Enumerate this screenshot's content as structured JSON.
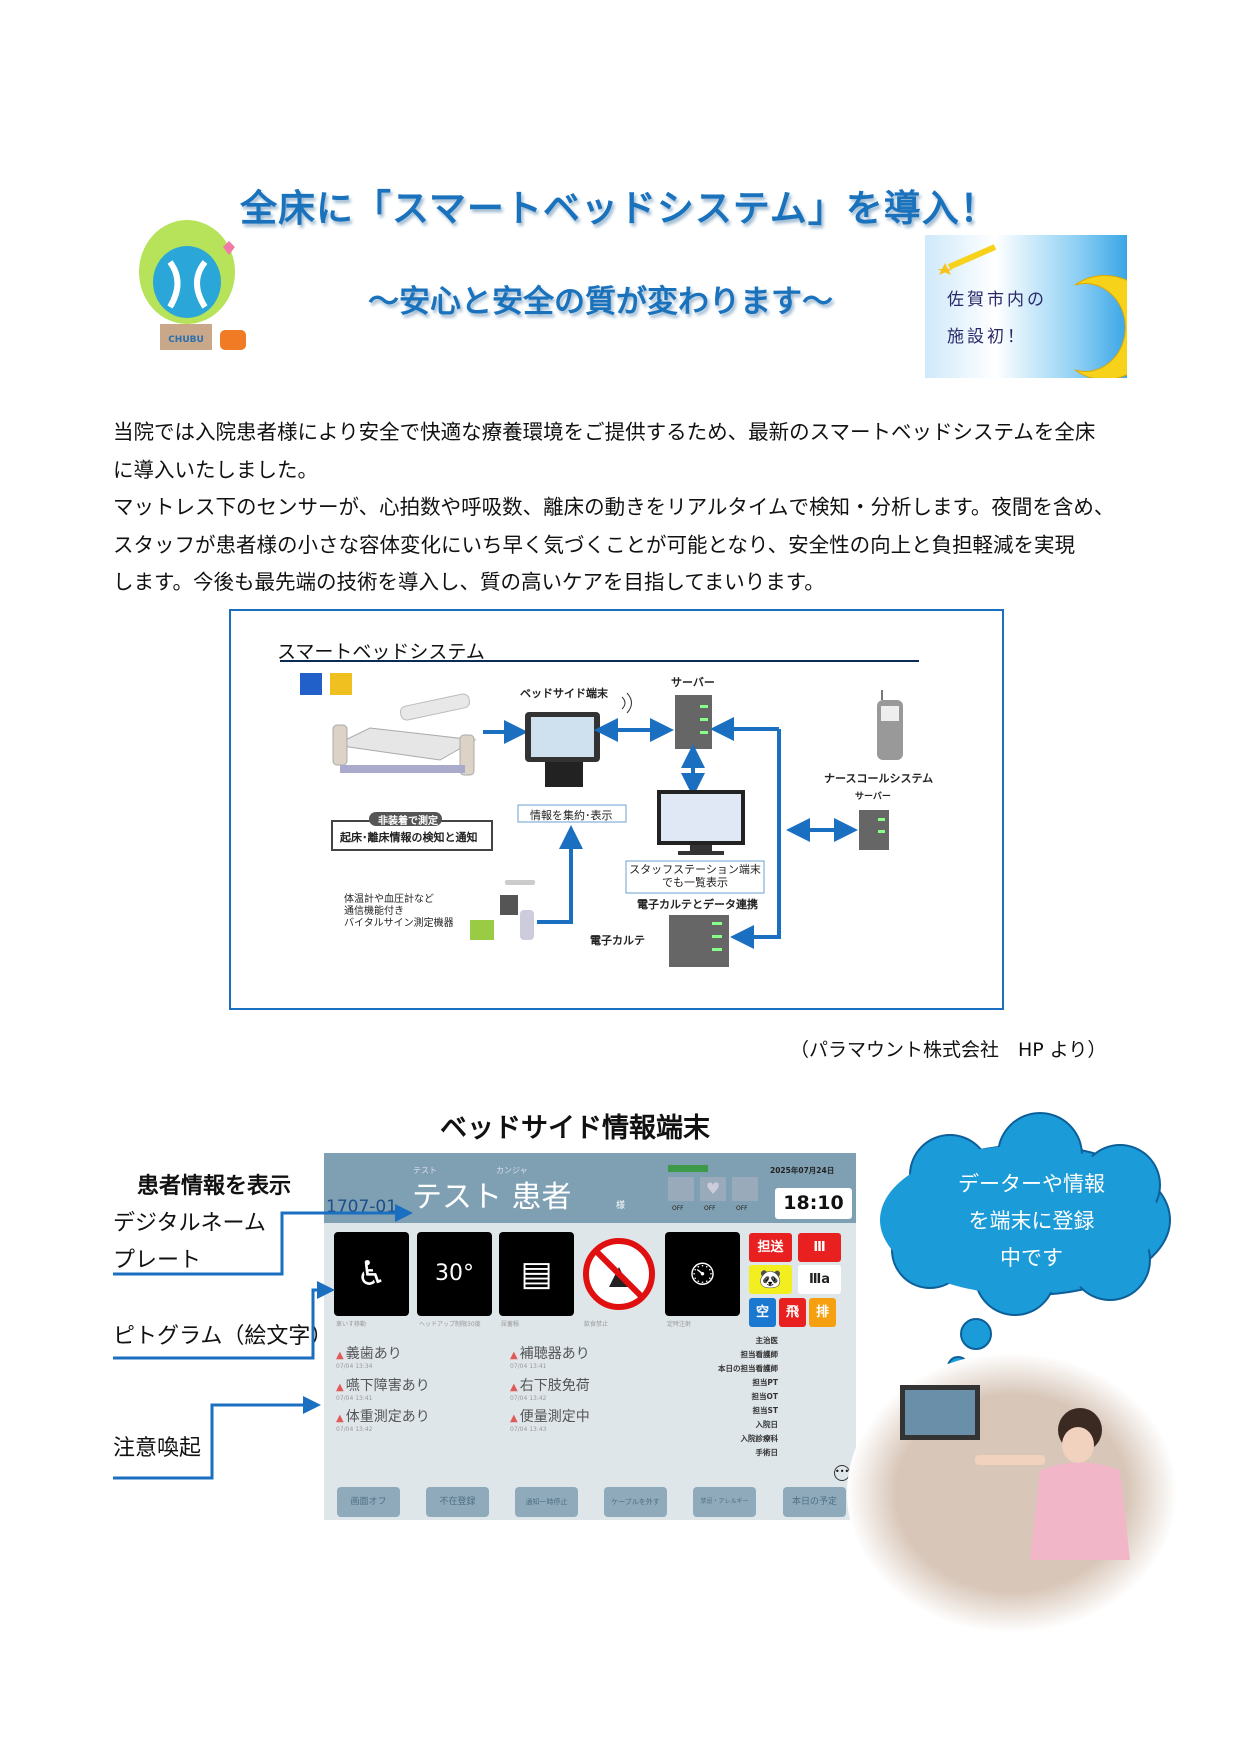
{
  "header": {
    "title": "全床に「スマートベッドシステム」を導入！",
    "subtitle": "～安心と安全の質が変わります～",
    "badge_lines": [
      "佐賀市内の",
      "施設初！"
    ],
    "mascot_text": "CHUBU"
  },
  "intro_lines": [
    "当院では入院患者様により安全で快適な療養環境をご提供するため、最新のスマートベッドシステムを全床",
    "に導入いたしました。",
    "マットレス下のセンサーが、心拍数や呼吸数、離床の動きをリアルタイムで検知・分析します。夜間を含め、",
    "スタッフが患者様の小さな容体変化にいち早く気づくことが可能となり、安全性の向上と負担軽減を実現",
    "します。今後も最先端の技術を導入し、質の高いケアを目指してまいります。"
  ],
  "diagram": {
    "title": "スマートベッドシステム",
    "bedside_terminal": "ベッドサイド端末",
    "server": "サーバー",
    "nurse_call": "ナースコールシステム",
    "nurse_call_server": "サーバー",
    "non_wearable_pill": "非装着で測定",
    "bed_detection": "起床･離床情報の検知と通知",
    "aggregate": "情報を集約･表示",
    "vitals_lines": [
      "体温計や血圧計など",
      "通信機能付き",
      "バイタルサイン測定機器"
    ],
    "staff_station_lines": [
      "スタッフステーション端末",
      "でも一覧表示"
    ],
    "emr_link": "電子カルテとデータ連携",
    "emr": "電子カルテ"
  },
  "credit": "（パラマウント株式会社　HP より）",
  "section_title": "ベッドサイド情報端末",
  "labels": {
    "patient_info": "患者情報を表示",
    "nameplate_1": "デジタルネーム",
    "nameplate_2": "プレート",
    "pictogram": "ピトグラム（絵文字）",
    "caution": "注意喚起"
  },
  "tablet": {
    "room": "1707-01",
    "name_kana_1": "テスト",
    "name_kana_2": "カンジャ",
    "patient_name": "テスト 患者",
    "honorific": "様",
    "date": "2025年07月24日",
    "time": "18:10",
    "status_off": [
      "OFF",
      "OFF",
      "OFF"
    ],
    "pictograms": [
      {
        "glyph": "♿",
        "caption": "車いす移動"
      },
      {
        "glyph": "30°",
        "caption": "ヘッドアップ制限30度"
      },
      {
        "glyph": "▤",
        "caption": "尿蓄積"
      },
      {
        "glyph": "",
        "caption": "飲食禁止"
      },
      {
        "glyph": "⏲",
        "caption": "定時注射"
      }
    ],
    "tiles": [
      "担送",
      "Ⅲ",
      "🐼",
      "Ⅲa",
      "空",
      "飛",
      "排"
    ],
    "alerts": [
      {
        "text": "義歯あり",
        "time": "07/04 13:34"
      },
      {
        "text": "補聴器あり",
        "time": "07/04 13:41"
      },
      {
        "text": "嚥下障害あり",
        "time": "07/04 13:41"
      },
      {
        "text": "右下肢免荷",
        "time": "07/04 13:42"
      },
      {
        "text": "体重測定あり",
        "time": "07/04 13:42"
      },
      {
        "text": "便量測定中",
        "time": "07/04 13:43"
      }
    ],
    "staff_labels": [
      "主治医",
      "担当看護師",
      "本日の担当看護師",
      "担当PT",
      "担当OT",
      "担当ST",
      "入院日",
      "入院診療科",
      "手術日"
    ],
    "buttons": [
      "画面オフ",
      "不在登録",
      "通知一時停止",
      "ケーブルを外す",
      "禁忌・アレルギー",
      "本日の予定"
    ]
  },
  "cloud_lines": [
    "データーや情報",
    "を端末に登録",
    "中です"
  ],
  "colors": {
    "brand_blue": "#1a72bd",
    "line_blue": "#1a6fc0",
    "cloud": "#1b9bd7"
  }
}
